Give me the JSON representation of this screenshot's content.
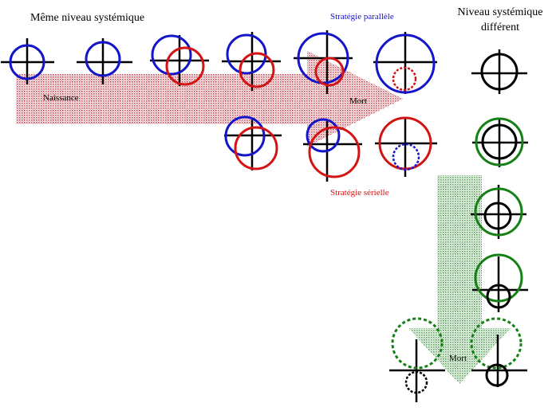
{
  "labels": {
    "same_level": "Même niveau systémique",
    "parallel_strategy": "Stratégie parallèle",
    "different_level_line1": "Niveau systémique",
    "different_level_line2": "différent",
    "birth": "Naissance",
    "death_top": "Mort",
    "serial_strategy": "Stratégie sérielle",
    "death_bottom": "Mort"
  },
  "colors": {
    "blue": "#1414c8",
    "red": "#d21414",
    "green": "#158015",
    "black": "#000000",
    "arrow_red": "#c8505a",
    "arrow_green": "#5aa05a"
  }
}
